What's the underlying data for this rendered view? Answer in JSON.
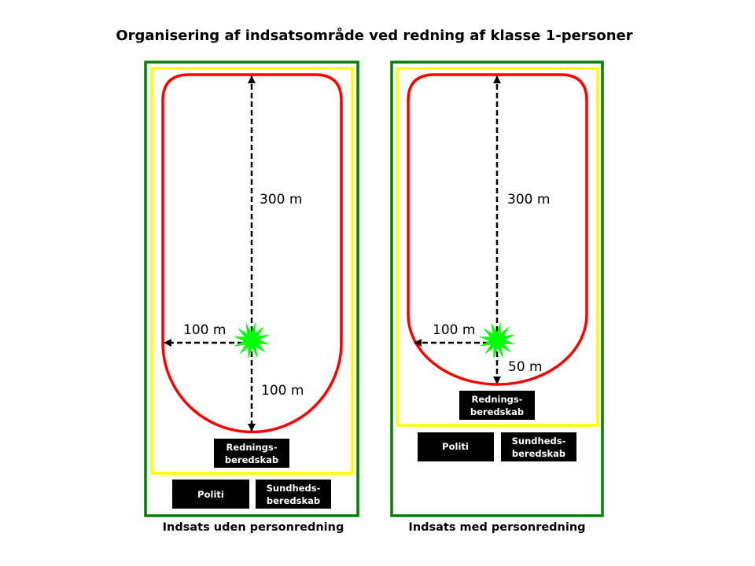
{
  "title": "Organisering af indsatsområde ved redning af klasse 1-personer",
  "panels": [
    {
      "caption": "Indsats uden personredning",
      "distances": {
        "up": "300 m",
        "side": "100 m",
        "down": "100 m"
      },
      "boxes": {
        "rescue": [
          "Rednings-",
          "beredskab"
        ],
        "police": "Politi",
        "health": [
          "Sundheds-",
          "beredskab"
        ]
      }
    },
    {
      "caption": "Indsats med personredning",
      "distances": {
        "up": "300 m",
        "side": "100 m",
        "down": "50 m"
      },
      "boxes": {
        "rescue": [
          "Rednings-",
          "beredskab"
        ],
        "police": "Politi",
        "health": [
          "Sundheds-",
          "beredskab"
        ]
      }
    }
  ],
  "colors": {
    "outer": "#008000",
    "middle": "#ffff00",
    "inner": "#ff0000",
    "incident": "#00ff00"
  }
}
